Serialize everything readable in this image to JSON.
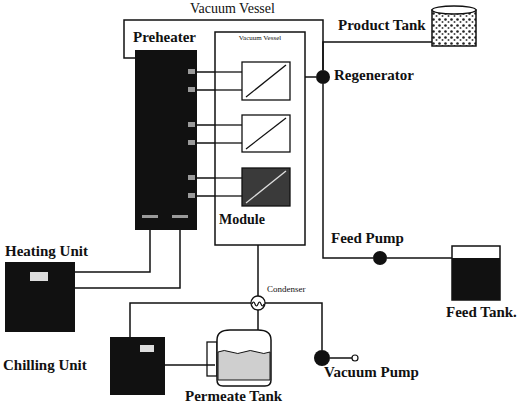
{
  "diagram": {
    "nodes": [
      {
        "text": [
          "Preheater"
        ]
      },
      {
        "text": [
          "Heating Unit"
        ]
      },
      {
        "text": [
          "Vacuum Vessel"
        ]
      },
      {
        "text": [
          "Regenerator"
        ]
      },
      {
        "text": [
          "Product Tank"
        ]
      },
      {
        "text": [
          "Feed Pump"
        ]
      },
      {
        "text": [
          "Feed Tank."
        ]
      },
      {
        "text": [
          "Condenser"
        ]
      },
      {
        "text": [
          "Vacuum Pump"
        ]
      },
      {
        "text": [
          "Chilling Unit"
        ]
      },
      {
        "text": [
          "Permeate Tank"
        ]
      }
    ],
    "edges": [
      {
        "from": 0,
        "to": 2,
        "arrow": "none"
      },
      {
        "from": 0,
        "to": 2,
        "arrow": "none"
      },
      {
        "from": 0,
        "to": 2,
        "arrow": "none"
      },
      {
        "from": 0,
        "to": 2,
        "arrow": "none"
      },
      {
        "from": 0,
        "to": 2,
        "arrow": "none"
      },
      {
        "from": 0,
        "to": 2,
        "arrow": "none"
      },
      {
        "from": 0,
        "to": 3,
        "arrow": "none"
      },
      {
        "from": 2,
        "to": 3,
        "arrow": "none"
      },
      {
        "from": 3,
        "to": 4,
        "arrow": "none"
      },
      {
        "from": 3,
        "to": 5,
        "arrow": "none"
      },
      {
        "from": 5,
        "to": 6,
        "arrow": "none"
      },
      {
        "from": 1,
        "to": 0,
        "arrow": "none"
      },
      {
        "from": 1,
        "to": 0,
        "arrow": "none"
      },
      {
        "from": 2,
        "to": 7,
        "arrow": "none"
      },
      {
        "from": 7,
        "to": 10,
        "arrow": "none"
      },
      {
        "from": 7,
        "to": 8,
        "arrow": "none"
      },
      {
        "from": 9,
        "to": 7,
        "arrow": "none"
      },
      {
        "from": 9,
        "to": 10,
        "arrow": "none"
      }
    ],
    "labels": [
      "Vacuum Vessel",
      "Module"
    ]
  }
}
